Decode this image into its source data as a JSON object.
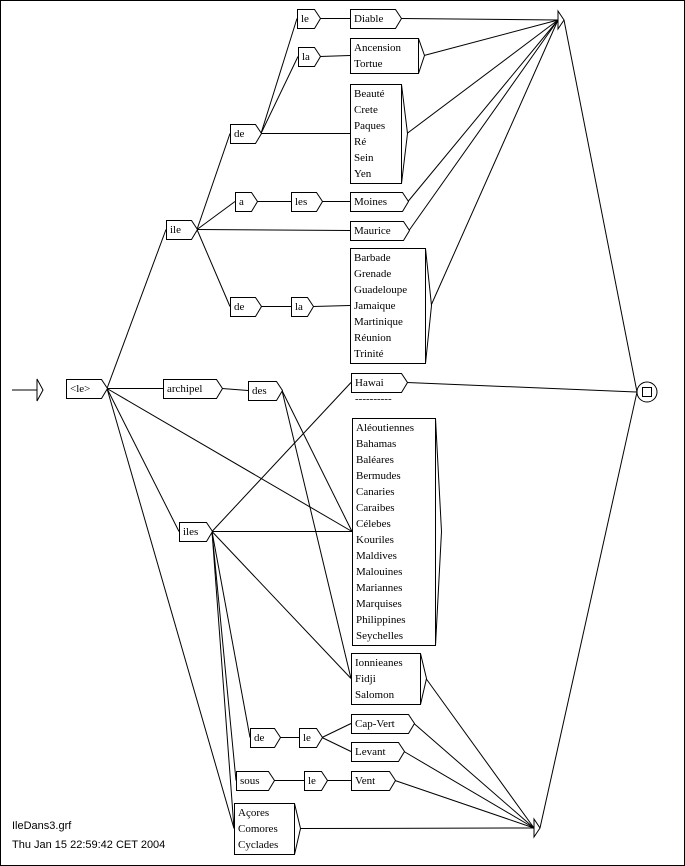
{
  "file_name": "IleDans3.grf",
  "timestamp": "Thu Jan 15 22:59:42 CET 2004",
  "dashes": "----------",
  "nodes": {
    "le_root": [
      "<le>"
    ],
    "ile": [
      "ile"
    ],
    "archipel": [
      "archipel"
    ],
    "iles": [
      "iles"
    ],
    "de_a": [
      "de"
    ],
    "a": [
      "a"
    ],
    "de_b": [
      "de"
    ],
    "le_a": [
      "le"
    ],
    "la_a": [
      "la"
    ],
    "les": [
      "les"
    ],
    "la_b": [
      "la"
    ],
    "des": [
      "des"
    ],
    "de_c": [
      "de"
    ],
    "le_b": [
      "le"
    ],
    "sous": [
      "sous"
    ],
    "le_c": [
      "le"
    ],
    "diable": [
      "Diable"
    ],
    "ancension": [
      "Ancension",
      "Tortue"
    ],
    "beaute": [
      "Beauté",
      "Crete",
      "Paques",
      "Ré",
      "Sein",
      "Yen"
    ],
    "moines": [
      "Moines"
    ],
    "maurice": [
      "Maurice"
    ],
    "barbade": [
      "Barbade",
      "Grenade",
      "Guadeloupe",
      "Jamaique",
      "Martinique",
      "Réunion",
      "Trinité"
    ],
    "hawai": [
      "Hawai"
    ],
    "aleout": [
      "Aléoutiennes",
      "Bahamas",
      "Baléares",
      "Bermudes",
      "Canaries",
      "Caraibes",
      "Célebes",
      "Kouriles",
      "Maldives",
      "Malouines",
      "Mariannes",
      "Marquises",
      "Philippines",
      "Seychelles"
    ],
    "ionn": [
      "Ionnieanes",
      "Fidji",
      "Salomon"
    ],
    "capvert": [
      "Cap-Vert"
    ],
    "levant": [
      "Levant"
    ],
    "vent": [
      "Vent"
    ],
    "acores": [
      "Açores",
      "Comores",
      "Cyclades"
    ]
  }
}
